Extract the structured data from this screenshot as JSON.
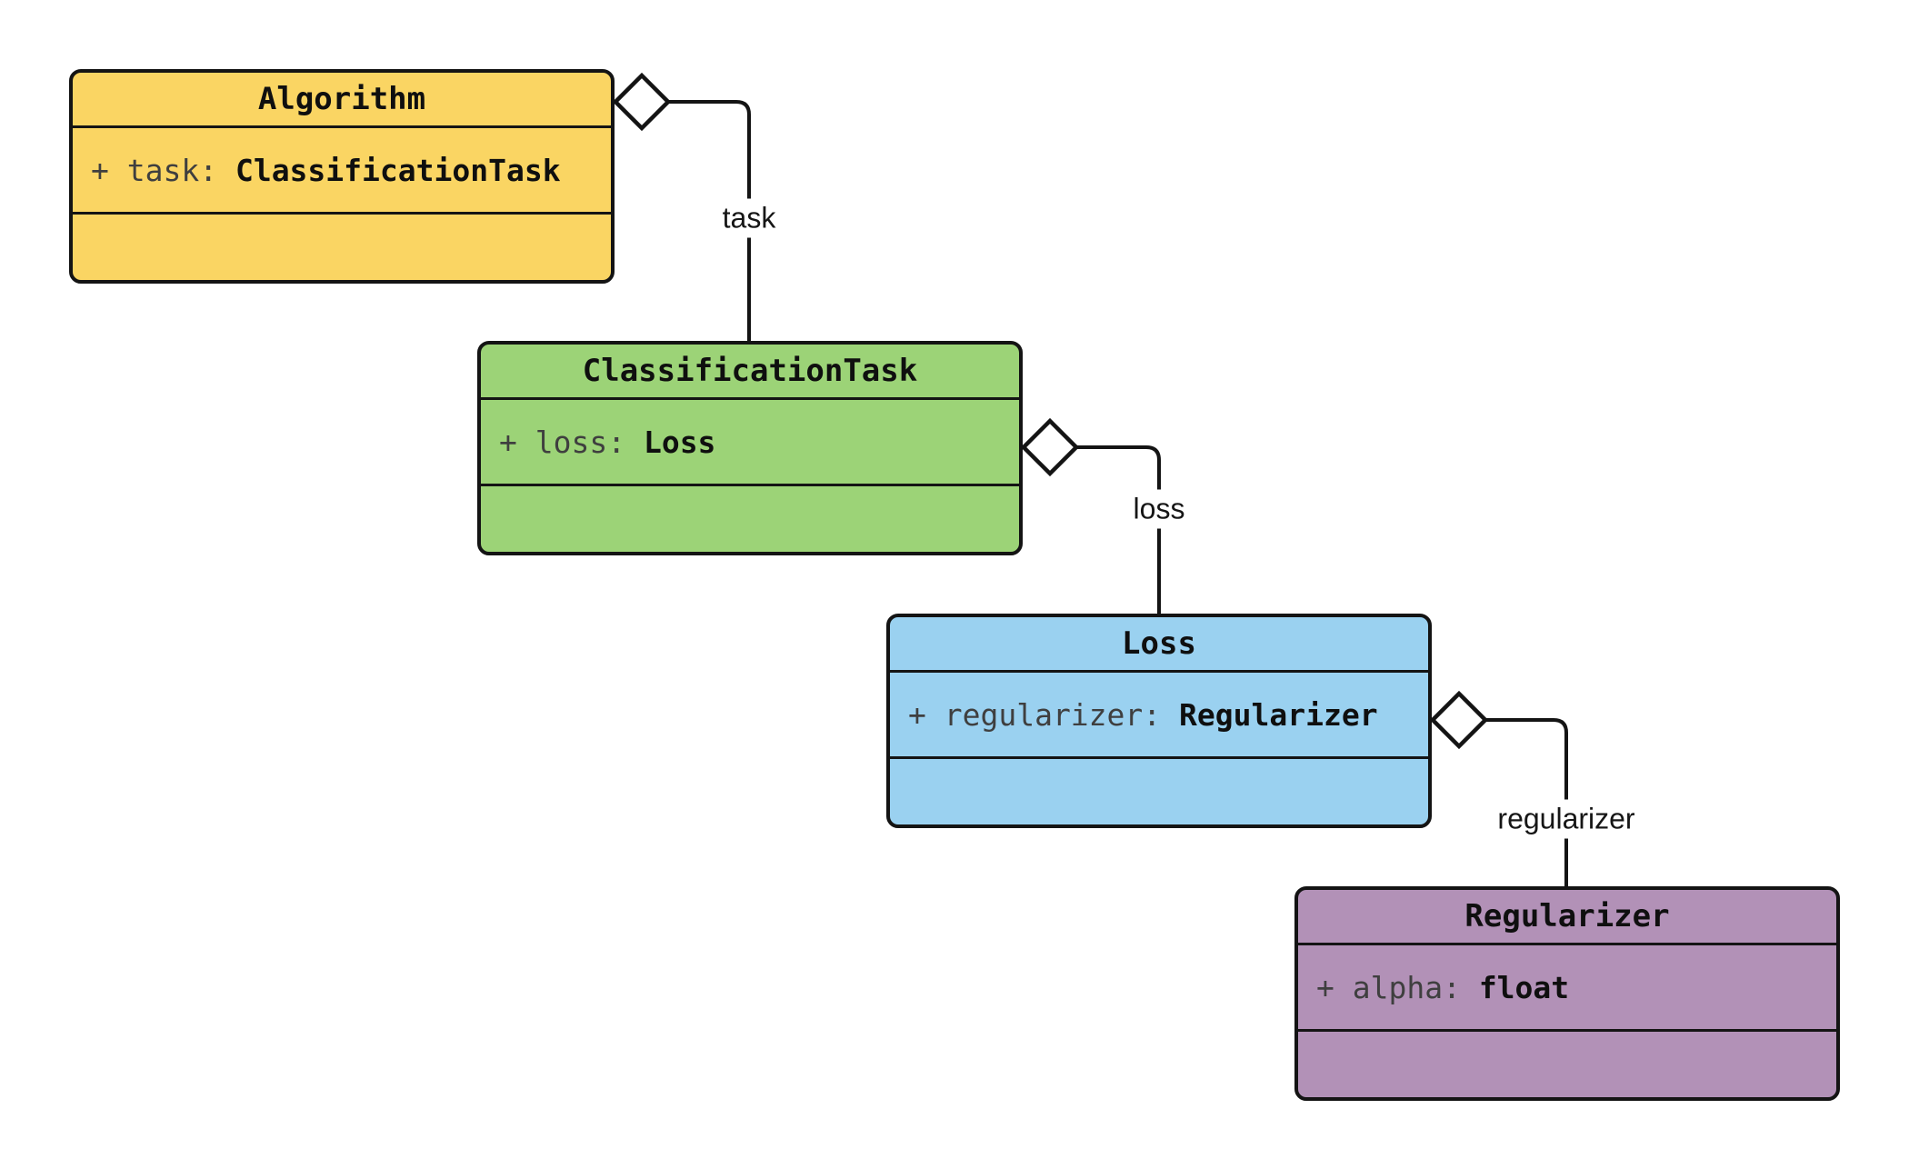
{
  "diagram": {
    "type": "uml-class-diagram",
    "background": "#ffffff",
    "stroke_color": "#141414",
    "diamond_fill": "#ffffff",
    "classes": [
      {
        "name": "Algorithm",
        "fill": "#FAD563",
        "attribute": {
          "prefix": "+ task: ",
          "type": "ClassificationTask"
        }
      },
      {
        "name": "ClassificationTask",
        "fill": "#9CD377",
        "attribute": {
          "prefix": "+ loss: ",
          "type": "Loss"
        }
      },
      {
        "name": "Loss",
        "fill": "#9AD1F0",
        "attribute": {
          "prefix": "+ regularizer: ",
          "type": "Regularizer"
        }
      },
      {
        "name": "Regularizer",
        "fill": "#B291B7",
        "attribute": {
          "prefix": "+ alpha: ",
          "type": "float"
        }
      }
    ],
    "relations": [
      {
        "from": "Algorithm",
        "to": "ClassificationTask",
        "label": "task",
        "kind": "aggregation"
      },
      {
        "from": "ClassificationTask",
        "to": "Loss",
        "label": "loss",
        "kind": "aggregation"
      },
      {
        "from": "Loss",
        "to": "Regularizer",
        "label": "regularizer",
        "kind": "aggregation"
      }
    ]
  }
}
